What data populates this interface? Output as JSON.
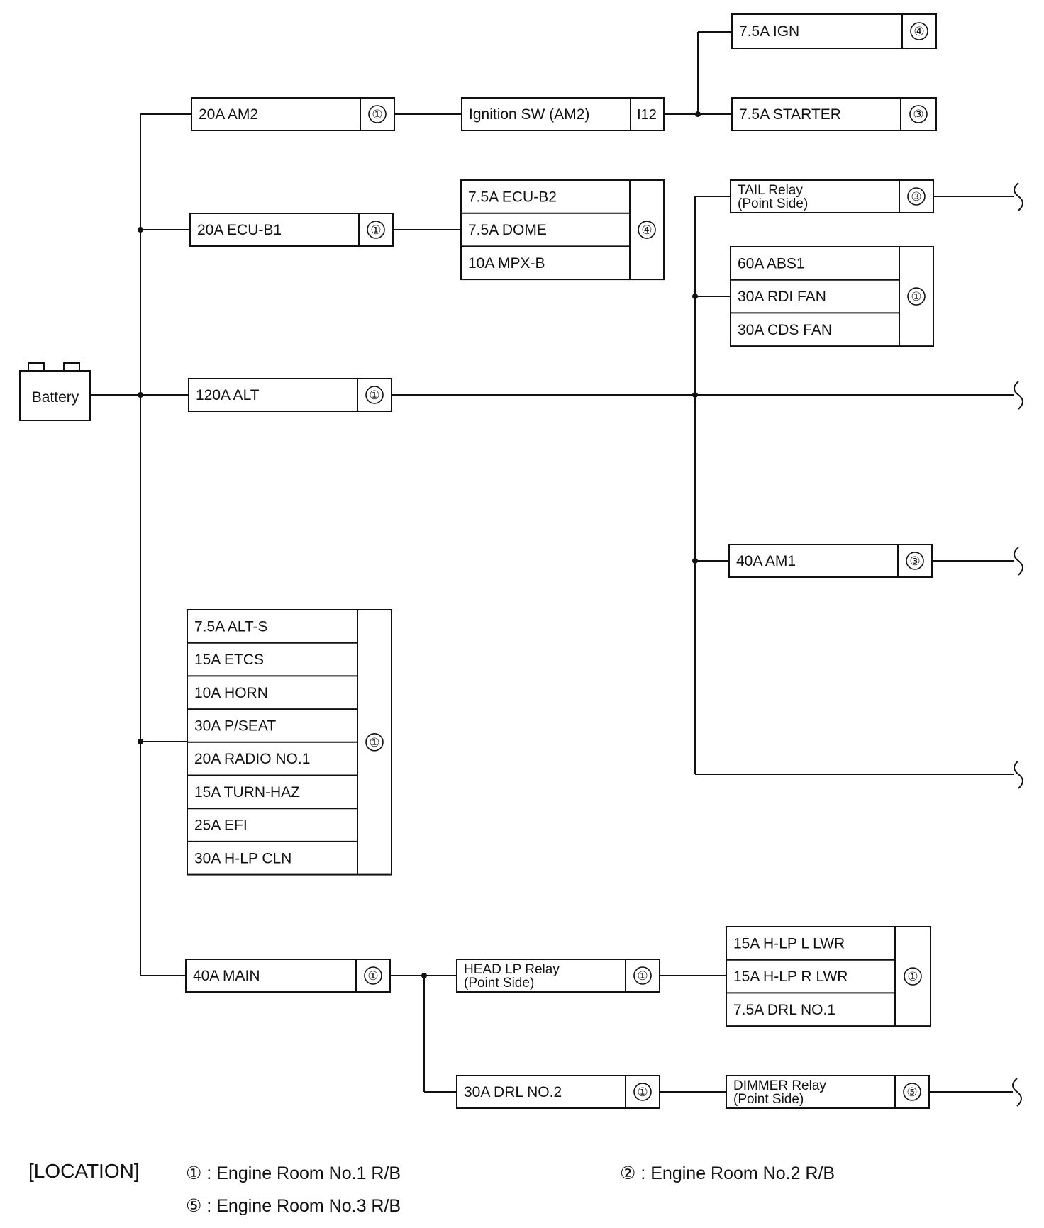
{
  "battery": {
    "label": "Battery"
  },
  "fuses": {
    "am2": {
      "label": "20A AM2",
      "loc": "①"
    },
    "ign": {
      "label": "7.5A IGN",
      "loc": "④"
    },
    "starter": {
      "label": "7.5A STARTER",
      "loc": "③"
    },
    "ecu_b1": {
      "label": "20A ECU-B1",
      "loc": "①"
    },
    "alt": {
      "label": "120A ALT",
      "loc": "①"
    },
    "am1": {
      "label": "40A AM1",
      "loc": "③"
    },
    "main": {
      "label": "40A MAIN",
      "loc": "①"
    },
    "drl_no2": {
      "label": "30A DRL NO.2",
      "loc": "①"
    }
  },
  "ignition_switch": {
    "label": "Ignition SW (AM2)",
    "code": "I12"
  },
  "relays": {
    "tail": {
      "line1": "TAIL Relay",
      "line2": "(Point Side)",
      "loc": "③"
    },
    "head_lp": {
      "line1": "HEAD LP Relay",
      "line2": "(Point Side)",
      "loc": "①"
    },
    "dimmer": {
      "line1": "DIMMER Relay",
      "line2": "(Point Side)",
      "loc": "⑤"
    }
  },
  "groups": {
    "ecu_b2_group": {
      "items": [
        "7.5A ECU-B2",
        "7.5A DOME",
        "10A MPX-B"
      ],
      "loc": "④"
    },
    "abs_group": {
      "items": [
        "60A ABS1",
        "30A RDI FAN",
        "30A CDS FAN"
      ],
      "loc": "①"
    },
    "alt_s_group": {
      "items": [
        "7.5A ALT-S",
        "15A ETCS",
        "10A HORN",
        "30A P/SEAT",
        "20A RADIO NO.1",
        "15A TURN-HAZ",
        "25A EFI",
        "30A H-LP CLN"
      ],
      "loc": "①"
    },
    "hlp_group": {
      "items": [
        "15A H-LP L LWR",
        "15A H-LP R LWR",
        "7.5A DRL NO.1"
      ],
      "loc": "①"
    }
  },
  "legend": {
    "title": "[LOCATION]",
    "item1": "① : Engine Room No.1 R/B",
    "item2": "② : Engine Room No.2 R/B",
    "item3": "⑤ : Engine Room No.3 R/B"
  }
}
